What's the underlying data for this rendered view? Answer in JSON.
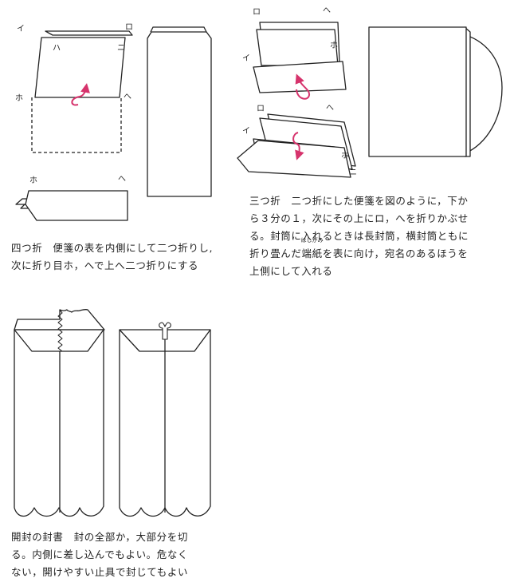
{
  "colors": {
    "ink": "#222222",
    "arrow": "#d6336c",
    "paper": "#ffffff"
  },
  "labels": {
    "yotsu": {
      "i": "イ",
      "ro": "ロ",
      "ha": "ハ",
      "ni": "ニ",
      "ho": "ホ",
      "he": "へ",
      "ho2": "ホ",
      "he2": "へ"
    },
    "mitsu": {
      "ro": "ロ",
      "he": "へ",
      "i": "イ",
      "ho": "ホ",
      "ro2": "ロ",
      "he2": "へ",
      "i2": "イ",
      "ho2": "ホ",
      "ni": "ニ"
    }
  },
  "captions": {
    "yotsu": {
      "line1": "四つ折　便箋の表を内側にして二つ折りし,",
      "line2": "次に折り目ホ，へで上へ二つ折りにする"
    },
    "mitsu": {
      "line1": "三つ折　二つ折にした便箋を図のように，下か",
      "line2": "ら３分の１，次にその上にロ，へを折りかぶせ",
      "line3": "る。封筒に入れるときは長封筒，横封筒ともに",
      "line4_a": "折り畳んだ",
      "line4_ruby_base": "端紙",
      "line4_ruby_text": "はしがみ",
      "line4_b": "を表に向け，宛名のあるほうを",
      "line5": "上側にして入れる"
    },
    "kaifu": {
      "line1": "開封の封書　封の全部か，大部分を切",
      "line2": "る。内側に差し込んでもよい。危なく",
      "line3": "ない，開けやすい止具で封じてもよい"
    }
  }
}
